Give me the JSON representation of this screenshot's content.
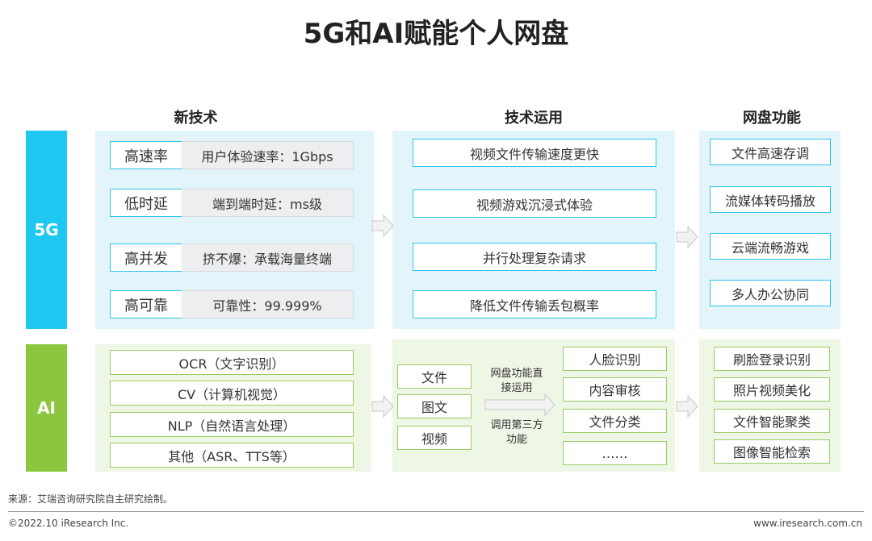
{
  "title": "5G和AI赋能个人网盘",
  "columns": [
    "新技术",
    "技术运用",
    "网盘功能"
  ],
  "rows": {
    "g5": {
      "label": "5G",
      "color": "#1ec8f0",
      "tech": [
        {
          "name": "高速率",
          "desc": "用户体验速率：1Gbps"
        },
        {
          "name": "低时延",
          "desc": "端到端时延：ms级"
        },
        {
          "name": "高并发",
          "desc": "挤不爆：承载海量终端"
        },
        {
          "name": "高可靠",
          "desc": "可靠性：99.999%"
        }
      ],
      "apps": [
        "视频文件传输速度更快",
        "视频游戏沉浸式体验",
        "并行处理复杂请求",
        "降低文件传输丢包概率"
      ],
      "features": [
        "文件高速存调",
        "流媒体转码播放",
        "云端流畅游戏",
        "多人办公协同"
      ]
    },
    "ai": {
      "label": "AI",
      "color": "#8cc63e",
      "tech": [
        "OCR（文字识别）",
        "CV（计算机视觉）",
        "NLP（自然语言处理）",
        "其他（ASR、TTS等）"
      ],
      "inputs": [
        "文件",
        "图文",
        "视频"
      ],
      "arrow_top": "网盘功能直接运用",
      "arrow_bottom": "调用第三方功能",
      "apps": [
        "人脸识别",
        "内容审核",
        "文件分类",
        "……"
      ],
      "features": [
        "刷脸登录识别",
        "照片视频美化",
        "文件智能聚类",
        "图像智能检索"
      ]
    }
  },
  "source": "来源：艾瑞咨询研究院自主研究绘制。",
  "copyright": "©2022.10 iResearch Inc.",
  "website": "www.iresearch.com.cn"
}
